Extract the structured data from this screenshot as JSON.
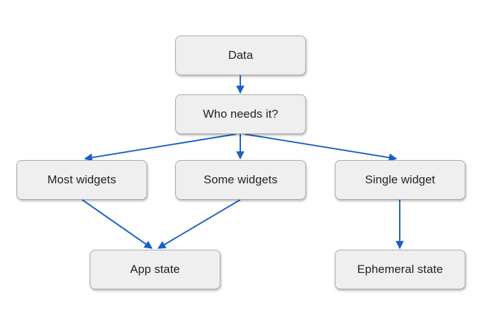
{
  "diagram": {
    "nodes": {
      "data": "Data",
      "who_needs_it": "Who needs it?",
      "most_widgets": "Most widgets",
      "some_widgets": "Some widgets",
      "single_widget": "Single widget",
      "app_state": "App state",
      "ephemeral_state": "Ephemeral state"
    },
    "edges": [
      {
        "from": "Data",
        "to": "Who needs it?"
      },
      {
        "from": "Who needs it?",
        "to": "Most widgets"
      },
      {
        "from": "Who needs it?",
        "to": "Some widgets"
      },
      {
        "from": "Who needs it?",
        "to": "Single widget"
      },
      {
        "from": "Most widgets",
        "to": "App state"
      },
      {
        "from": "Some widgets",
        "to": "App state"
      },
      {
        "from": "Single widget",
        "to": "Ephemeral state"
      }
    ],
    "colors": {
      "arrow": "#1a5fc7",
      "node_fill": "#efefef",
      "node_border": "#a9a9a9"
    }
  }
}
